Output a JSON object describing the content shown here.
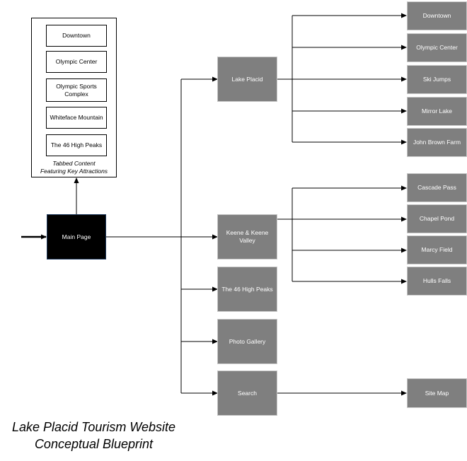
{
  "main_page": {
    "label": "Main Page"
  },
  "tabbed_panel": {
    "tabs": [
      "Downtown",
      "Olympic Center",
      "Olympic Sports Complex",
      "Whiteface Mountain",
      "The 46 High Peaks"
    ],
    "caption_line1": "Tabbed Content",
    "caption_line2": "Featuring Key Attractions"
  },
  "sections": {
    "lake_placid": {
      "label": "Lake Placid",
      "children": [
        "Downtown",
        "Olympic Center",
        "Ski Jumps",
        "Mirror Lake",
        "John Brown Farm"
      ]
    },
    "keene": {
      "label": "Keene & Keene Valley",
      "children": [
        "Cascade Pass",
        "Chapel Pond",
        "Marcy Field",
        "Hulls Falls"
      ]
    },
    "high_peaks": {
      "label": "The 46 High Peaks"
    },
    "photo_gallery": {
      "label": "Photo Gallery"
    },
    "search": {
      "label": "Search",
      "children": [
        "Site Map"
      ]
    }
  },
  "title": {
    "line1": "Lake Placid Tourism Website",
    "line2": "Conceptual Blueprint"
  },
  "colors": {
    "node_fill": "#7f7f7f",
    "node_text": "#ffffff",
    "main_fill": "#000000",
    "connector": "#000000"
  }
}
